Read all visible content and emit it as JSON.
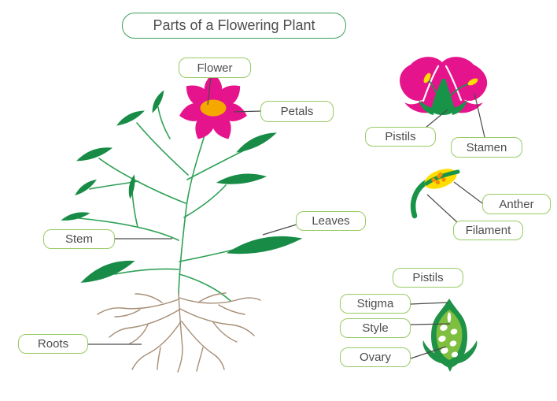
{
  "title": "Parts of a Flowering Plant",
  "labels": {
    "flower": "Flower",
    "petals": "Petals",
    "pistils_top": "Pistils",
    "stamen": "Stamen",
    "anther": "Anther",
    "filament": "Filament",
    "stem": "Stem",
    "leaves": "Leaves",
    "roots": "Roots",
    "pistils_bottom": "Pistils",
    "stigma": "Stigma",
    "style": "Style",
    "ovary": "Ovary"
  },
  "colors": {
    "petal_magenta": "#E6148C",
    "flower_center_orange": "#F5A800",
    "leaf_green": "#188C46",
    "stem_green": "#2FA156",
    "root_brown": "#A68D75",
    "calyx_green": "#189448",
    "anther_yellow": "#FFDD00",
    "pollen_orange": "#F28C00",
    "pistil_outer_green": "#1E9246",
    "pistil_inner_green": "#7FBF3F",
    "label_border_green": "#97CB64",
    "title_border_green": "#3CA05A",
    "text_gray": "#4D4D4D",
    "connector_gray": "#4A4A4A"
  }
}
